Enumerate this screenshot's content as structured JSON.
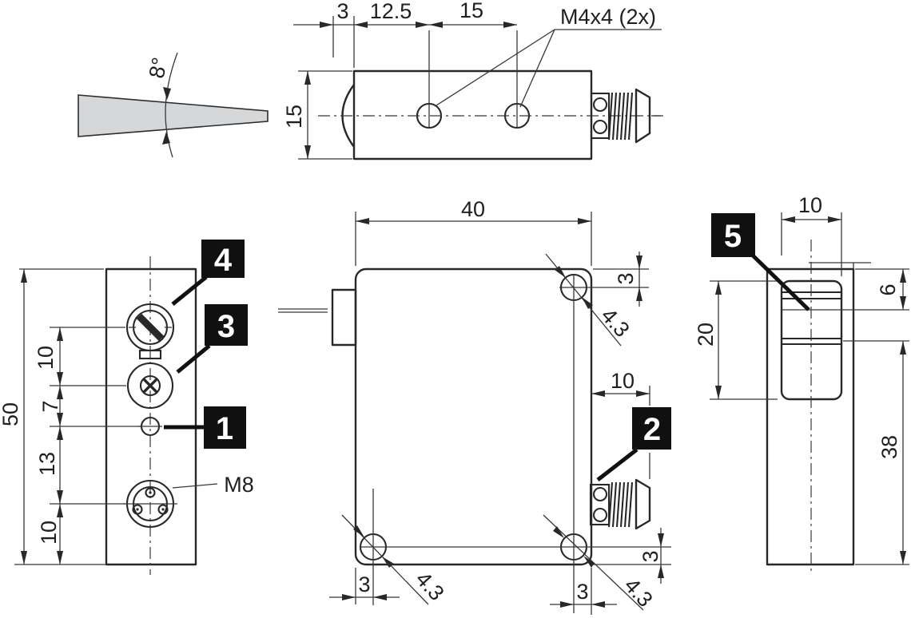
{
  "beam": {
    "angle_label": "8°"
  },
  "top_view": {
    "dim_3": "3",
    "dim_12_5": "12.5",
    "dim_15_h": "15",
    "dim_15_v": "15",
    "thread_label": "M4x4 (2x)"
  },
  "left_view": {
    "dim_50": "50",
    "dim_10_a": "10",
    "dim_7": "7",
    "dim_13": "13",
    "dim_10_b": "10",
    "connector_label": "M8"
  },
  "front_view": {
    "dim_40": "40",
    "dim_3_top": "3",
    "dia_top": "4.3",
    "dim_10_conn": "10",
    "dim_3_bl": "3",
    "dia_bl": "4.3",
    "dim_3_br": "3",
    "dia_br": "4.3",
    "dim_3_side": "3"
  },
  "right_view": {
    "dim_10": "10",
    "dim_20": "20",
    "dim_6": "6",
    "dim_38": "38"
  },
  "callouts": {
    "c1": "1",
    "c2": "2",
    "c3": "3",
    "c4": "4",
    "c5": "5"
  }
}
